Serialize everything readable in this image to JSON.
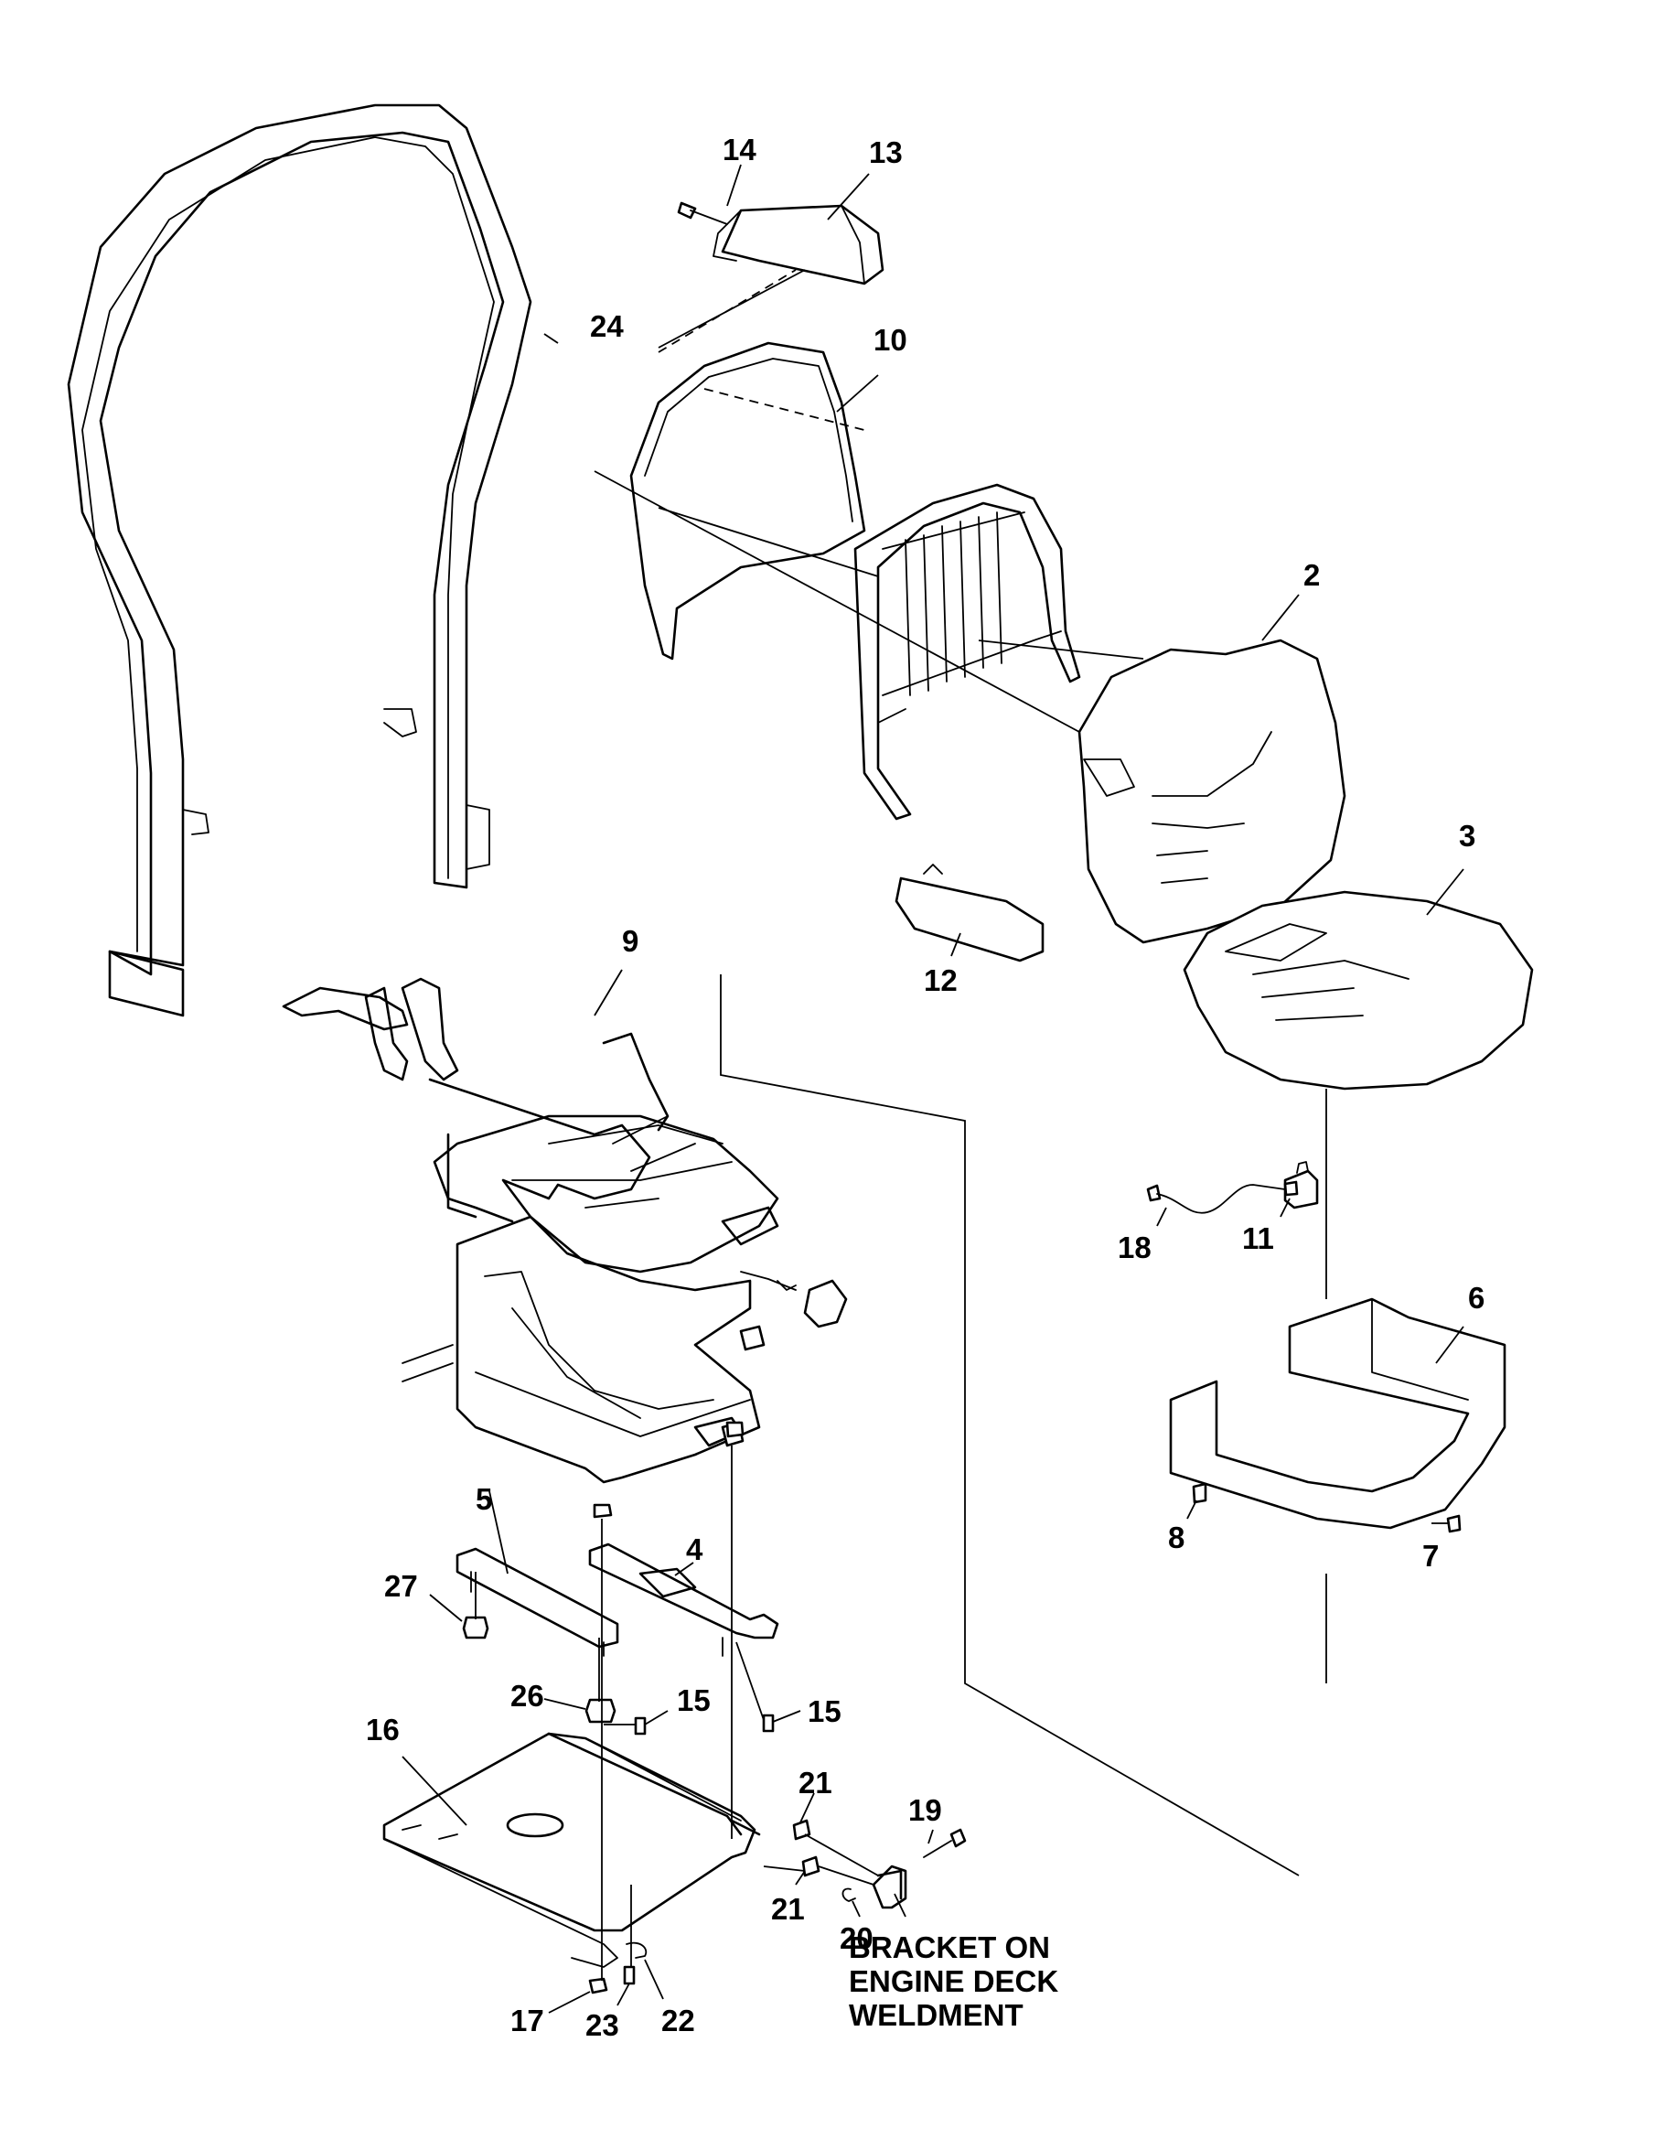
{
  "callouts": {
    "c2": "2",
    "c3": "3",
    "c4": "4",
    "c5": "5",
    "c6": "6",
    "c7": "7",
    "c8": "8",
    "c9": "9",
    "c10": "10",
    "c11": "11",
    "c12": "12",
    "c13": "13",
    "c14": "14",
    "c15a": "15",
    "c15b": "15",
    "c16": "16",
    "c17": "17",
    "c18": "18",
    "c19": "19",
    "c20": "20",
    "c21a": "21",
    "c21b": "21",
    "c22": "22",
    "c23": "23",
    "c24": "24",
    "c26": "26",
    "c27": "27"
  },
  "note": {
    "line1": "BRACKET ON",
    "line2": "ENGINE DECK",
    "line3": "WELDMENT"
  }
}
